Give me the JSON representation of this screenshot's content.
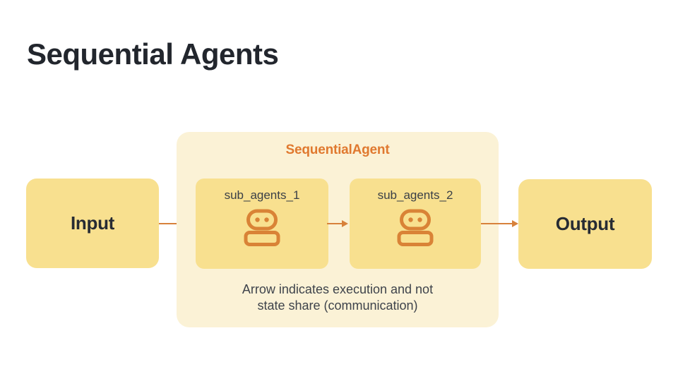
{
  "title": "Sequential Agents",
  "diagram": {
    "input": {
      "label": "Input"
    },
    "output": {
      "label": "Output"
    },
    "sequential_agent": {
      "label": "SequentialAgent",
      "sub_agents": [
        {
          "label": "sub_agents_1",
          "icon": "robot-icon"
        },
        {
          "label": "sub_agents_2",
          "icon": "robot-icon"
        }
      ],
      "note": {
        "line1": "Arrow indicates execution and not",
        "line2": "state share (communication)"
      }
    },
    "arrows": [
      {
        "from": "Input",
        "to": "sub_agents_1"
      },
      {
        "from": "sub_agents_1",
        "to": "sub_agents_2"
      },
      {
        "from": "sub_agents_2",
        "to": "Output"
      }
    ]
  },
  "colors": {
    "background": "#FFFFFF",
    "title_text": "#22262D",
    "container_fill": "#FBF2D6",
    "box_fill": "#F8E08F",
    "accent_orange": "#DD7E33",
    "arrow": "#D7813B",
    "body_text": "#3B4047"
  }
}
